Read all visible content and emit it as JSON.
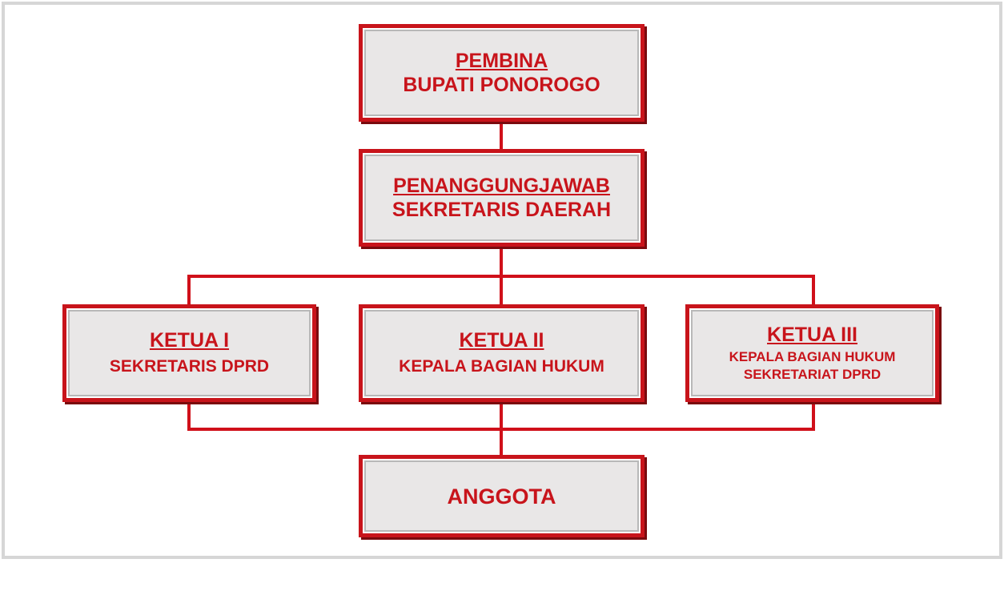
{
  "diagram": {
    "nodes": {
      "pembina": {
        "role": "PEMBINA",
        "holder": "BUPATI PONOROGO"
      },
      "penanggungjawab": {
        "role": "PENANGGUNGJAWAB",
        "holder": "SEKRETARIS DAERAH"
      },
      "ketua1": {
        "role": "KETUA I",
        "holder": "SEKRETARIS DPRD"
      },
      "ketua2": {
        "role": "KETUA II",
        "holder": "KEPALA BAGIAN HUKUM"
      },
      "ketua3": {
        "role": "KETUA III",
        "holder_line1": "KEPALA BAGIAN HUKUM",
        "holder_line2": "SEKRETARIAT DPRD"
      },
      "anggota": {
        "role": "ANGGOTA"
      }
    },
    "edges": [
      [
        "pembina",
        "penanggungjawab"
      ],
      [
        "penanggungjawab",
        "ketua1"
      ],
      [
        "penanggungjawab",
        "ketua2"
      ],
      [
        "penanggungjawab",
        "ketua3"
      ],
      [
        "ketua1",
        "anggota"
      ],
      [
        "ketua2",
        "anggota"
      ],
      [
        "ketua3",
        "anggota"
      ]
    ],
    "colors": {
      "line": "#d0101a",
      "border": "#c8141b",
      "text": "#c8141b",
      "fill": "#e9e7e7"
    }
  }
}
